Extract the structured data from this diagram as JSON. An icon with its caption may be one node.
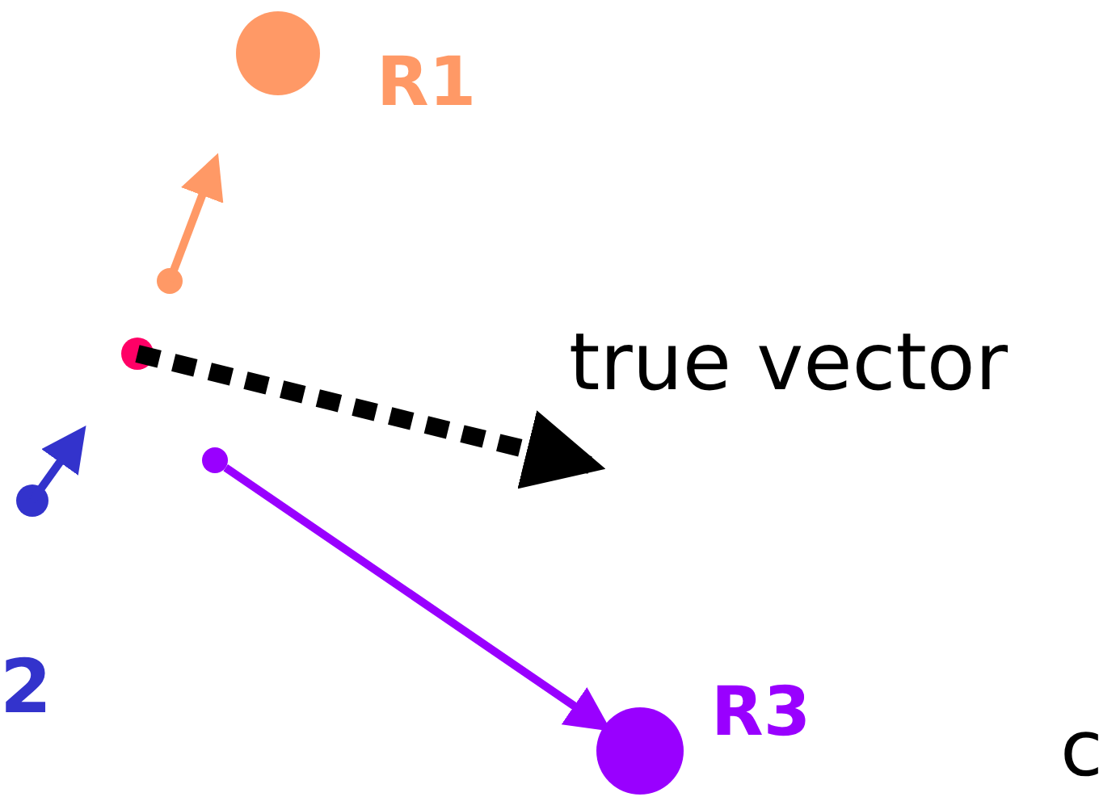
{
  "diagram": {
    "nodes": [
      {
        "text": [
          "R1"
        ]
      },
      {
        "text": [],
        "shape": "circle"
      },
      {
        "text": [],
        "shape": "circle"
      },
      {
        "text": [],
        "shape": "circle"
      },
      {
        "text": [],
        "shape": "circle"
      },
      {
        "text": [
          "R3"
        ]
      }
    ],
    "edges": [
      {
        "from": 1,
        "to": null,
        "arrow": "to",
        "color": "#ff9966"
      },
      {
        "from": 2,
        "to": null,
        "arrow": "to",
        "style": "dashed",
        "color": "#000000",
        "label": "true vector"
      },
      {
        "from": 3,
        "to": null,
        "arrow": "to",
        "color": "#3333cc"
      },
      {
        "from": 4,
        "to": 5,
        "arrow": "to",
        "color": "#9900ff"
      }
    ],
    "labels": [
      "2",
      "c"
    ]
  }
}
